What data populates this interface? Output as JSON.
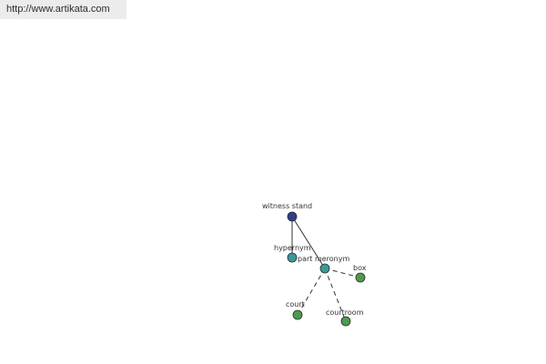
{
  "header": {
    "url": "http://www.artikata.com"
  },
  "graph": {
    "colors": {
      "root": "#2d3f8c",
      "relation": "#3a9a9a",
      "leaf": "#4f9a4f",
      "edge": "#333333",
      "source_bar": "#ececec"
    },
    "nodes": {
      "root": {
        "label": "witness stand",
        "kind": "root"
      },
      "hypernym": {
        "label": "hypernym",
        "kind": "relation"
      },
      "part_meronym": {
        "label": "part meronym",
        "kind": "relation"
      },
      "box": {
        "label": "box",
        "kind": "leaf"
      },
      "court": {
        "label": "court",
        "kind": "leaf"
      },
      "courtroom": {
        "label": "courtroom",
        "kind": "leaf"
      }
    },
    "edges": [
      {
        "from": "root",
        "to": "hypernym",
        "style": "solid"
      },
      {
        "from": "root",
        "to": "part_meronym",
        "style": "solid"
      },
      {
        "from": "part_meronym",
        "to": "box",
        "style": "dashed"
      },
      {
        "from": "part_meronym",
        "to": "court",
        "style": "dashed"
      },
      {
        "from": "part_meronym",
        "to": "courtroom",
        "style": "dashed"
      }
    ]
  }
}
